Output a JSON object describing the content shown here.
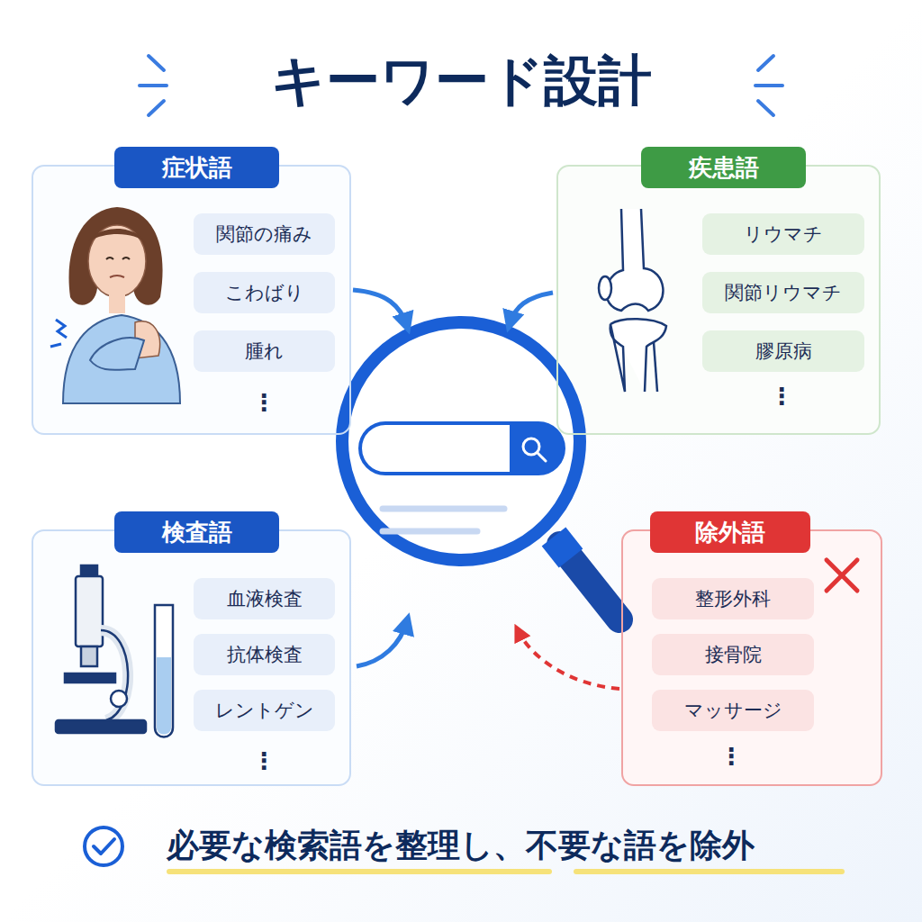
{
  "diagram": {
    "title": "キーワード設計",
    "caption": "必要な検索語を整理し、不要な語を除外",
    "nodes": [
      {
        "text": [
          "症状語"
        ]
      },
      {
        "text": [
          "関節の痛み"
        ],
        "in": 0
      },
      {
        "text": [
          "こわばり"
        ],
        "in": 0
      },
      {
        "text": [
          "腫れ"
        ],
        "in": 0
      },
      {
        "text": [
          "疾患語"
        ]
      },
      {
        "text": [
          "リウマチ"
        ],
        "in": 4
      },
      {
        "text": [
          "関節リウマチ"
        ],
        "in": 4
      },
      {
        "text": [
          "膠原病"
        ],
        "in": 4
      },
      {
        "text": [
          "検査語"
        ]
      },
      {
        "text": [
          "血液検査"
        ],
        "in": 8
      },
      {
        "text": [
          "抗体検査"
        ],
        "in": 8
      },
      {
        "text": [
          "レントゲン"
        ],
        "in": 8
      },
      {
        "text": [
          "除外語"
        ]
      },
      {
        "text": [
          "整形外科"
        ],
        "in": 12
      },
      {
        "text": [
          "接骨院"
        ],
        "in": 12
      },
      {
        "text": [
          "マッサージ"
        ],
        "in": 12
      }
    ],
    "labels": [
      "⋮",
      "⋮",
      "⋮",
      "⋮"
    ]
  }
}
